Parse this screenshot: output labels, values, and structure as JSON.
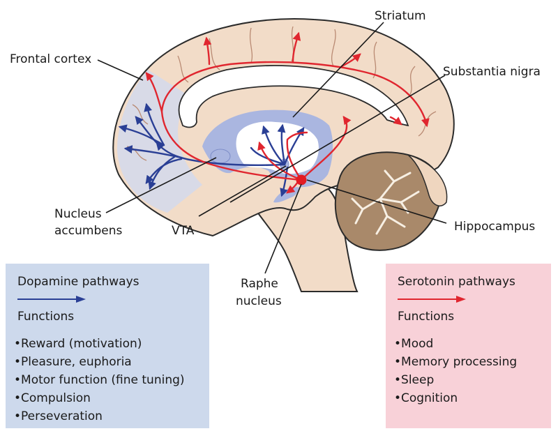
{
  "labels": {
    "frontal_cortex": "Frontal cortex",
    "striatum": "Striatum",
    "substantia_nigra": "Substantia nigra",
    "nucleus_line1": "Nucleus",
    "nucleus_line2": "accumbens",
    "vta": "VTA",
    "hippocampus": "Hippocampus",
    "raphe_line1": "Raphe",
    "raphe_line2": "nucleus"
  },
  "dopamine_panel": {
    "title": "Dopamine pathways",
    "functions_heading": "Functions",
    "functions": [
      "Reward (motivation)",
      "Pleasure, euphoria",
      "Motor function (fine tuning)",
      "Compulsion",
      "Perseveration"
    ]
  },
  "serotonin_panel": {
    "title": "Serotonin pathways",
    "functions_heading": "Functions",
    "functions": [
      "Mood",
      "Memory processing",
      "Sleep",
      "Cognition"
    ]
  },
  "colors": {
    "dopamine": "#2a3f95",
    "serotonin": "#e0262f",
    "brain": "#f2dcc8",
    "frontal_region": "#d4d9ec",
    "cerebellum": "#a9896a",
    "raphe": "#e31b23"
  }
}
